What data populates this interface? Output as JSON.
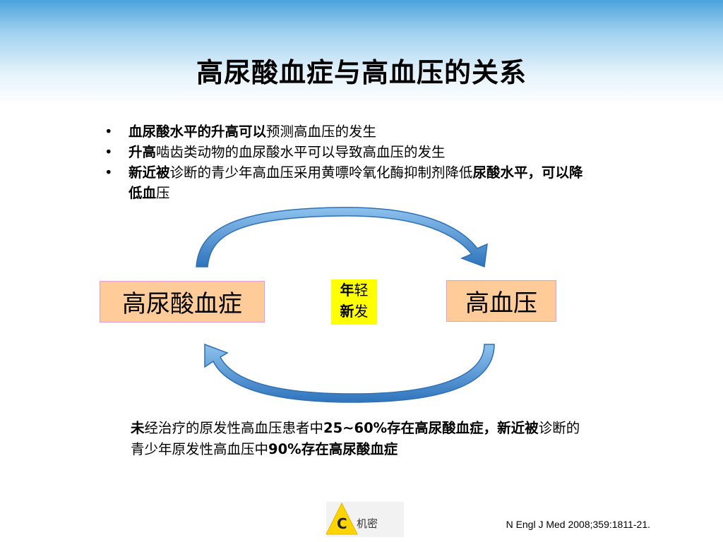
{
  "title": "高尿酸血症与高血压的关系",
  "bullets": [
    {
      "bold": "血尿酸水平的升高可以",
      "normal": "预测高血压的发生"
    },
    {
      "bold": "升高",
      "normal": "啮齿类动物的血尿酸水平可以导致高血压的发生"
    },
    {
      "bold": "新近被",
      "normal": "诊断的青少年高血压采用黄嘌呤氧化酶抑制剂降低",
      "bold2": "尿酸水平，可以降低血",
      "normal2": "压"
    }
  ],
  "diagram": {
    "left_box": "高尿酸血症",
    "right_box_bold": "高血",
    "right_box_normal": "压",
    "center": {
      "line1_bold": "年",
      "line1_normal": "轻",
      "line2_bold": "新",
      "line2_normal": "发"
    }
  },
  "bottom": {
    "p1_bold": "未",
    "p1_normal": "经治疗的原发性高血压患者中",
    "p1_bold2": "25~60%存在高尿酸血症，新近被",
    "p1_normal2": "诊断的青少年原发性高血压中",
    "p1_bold3": "90%存在高尿酸血症"
  },
  "logo": {
    "letter": "C",
    "text": "机密"
  },
  "reference": "N Engl J Med 2008;359:1811-21.",
  "colors": {
    "header_blue": "#4aa3dc",
    "box_fill": "#ffcc99",
    "box_border": "#e39bd8",
    "highlight": "#ffff00",
    "arrow": "#3c84c8"
  }
}
